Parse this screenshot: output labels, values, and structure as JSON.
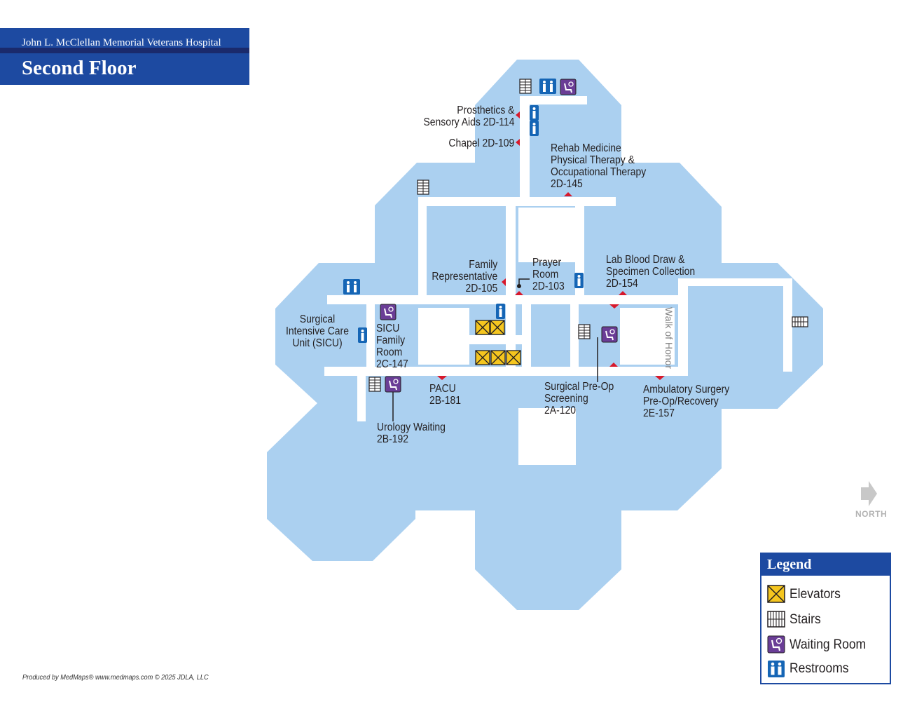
{
  "header": {
    "hospital_name": "John L. McClellan Memorial Veterans Hospital",
    "floor_title": "Second Floor"
  },
  "labels": {
    "prosthetics": [
      "Prosthetics &",
      "Sensory Aids 2D-114"
    ],
    "chapel": [
      "Chapel 2D-109"
    ],
    "rehab": [
      "Rehab Medicine",
      "Physical Therapy &",
      "Occupational Therapy",
      "2D-145"
    ],
    "family_rep": [
      "Family",
      "Representative",
      "2D-105"
    ],
    "prayer_room": [
      "Prayer",
      "Room",
      "2D-103"
    ],
    "lab": [
      "Lab Blood Draw &",
      "Specimen Collection",
      "2D-154"
    ],
    "sicu": [
      "Surgical",
      "Intensive Care",
      "Unit (SICU)"
    ],
    "sicu_family": [
      "SICU",
      "Family",
      "Room",
      "2C-147"
    ],
    "pacu": [
      "PACU",
      "2B-181"
    ],
    "urology": [
      "Urology Waiting",
      "2B-192"
    ],
    "preop_screening": [
      "Surgical Pre-Op",
      "Screening",
      "2A-120"
    ],
    "ambulatory": [
      "Ambulatory Surgery",
      "Pre-Op/Recovery",
      "2E-157"
    ],
    "walk_of_honor": "Walk of Honor"
  },
  "legend": {
    "title": "Legend",
    "items": [
      {
        "label": "Elevators",
        "icon": "elevator-icon"
      },
      {
        "label": "Stairs",
        "icon": "stairs-icon"
      },
      {
        "label": "Waiting Room",
        "icon": "waiting-room-icon"
      },
      {
        "label": "Restrooms",
        "icon": "restroom-icon"
      }
    ]
  },
  "north": {
    "label": "NORTH"
  },
  "credits": "Produced by MedMaps®  www.medmaps.com   © 2025 JDLA, LLC",
  "colors": {
    "floor": "#abd0f0",
    "corridor": "#ffffff",
    "header": "#1d4aa1",
    "header_stripe": "#1a2a6c",
    "marker": "#d7192c",
    "elevator": "#f5c61f",
    "waiting": "#6a3d96",
    "restroom": "#1565b5"
  }
}
